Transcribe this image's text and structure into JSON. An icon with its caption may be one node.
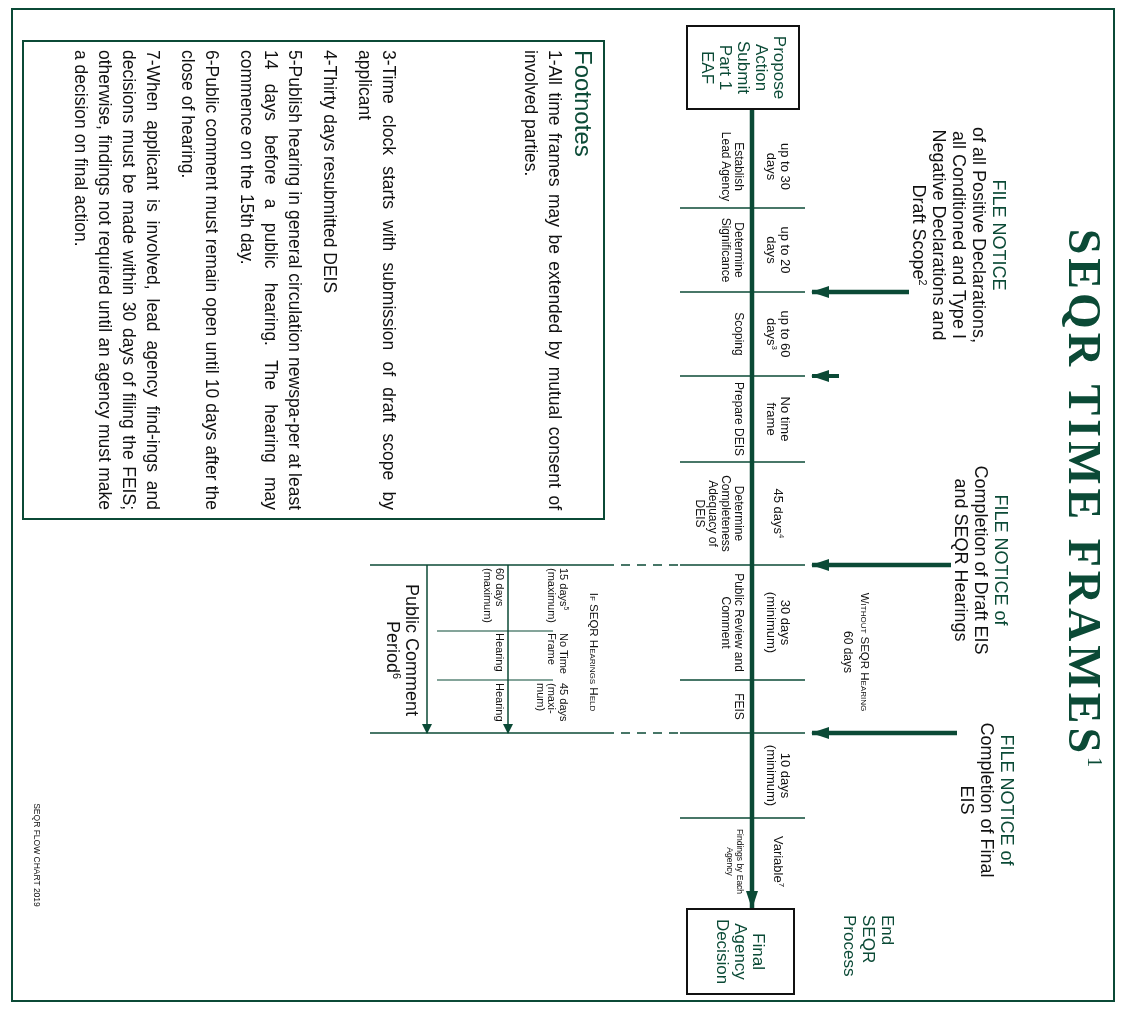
{
  "diagram": {
    "title": "SEQR TIME FRAMES$^{1}$",
    "nodes": [
      {
        "text": [
          "Propose Action Submit Part 1 EAF"
        ]
      },
      {
        "text": [
          "Final Agency Decision"
        ]
      },
      {
        "text": [
          "FILE NOTICE",
          "of all Positive Declarations, all Conditioned and Type I Negative Declarations and Draft Scope$^{2}$"
        ]
      },
      {
        "text": [
          "FILE NOTICE of",
          "Completion of Draft EIS and SEQR Hearings"
        ]
      },
      {
        "text": [
          "FILE NOTICE of",
          "Completion of Final EIS"
        ]
      },
      {
        "text": [
          "Footnotes",
          "1-All time frames may be extended by mutual consent of involved parties.",
          "3-Time clock starts with submission of draft scope by applicant",
          "4-Thirty days resubmitted DEIS",
          "5-Publish hearing in general circulation newspa-per at least 14 days before a public hearing. The hearing may commence on the 15th day.",
          "6-Public comment must remain open until 10 days after the close of hearing.",
          "7-When applicant is involved, lead agency find-ings and decisions must be made within 30 days of filing the FEIS; otherwise, findings not required until an agency must make a decision on final action."
        ]
      }
    ],
    "edges": [
      {
        "from": 0,
        "to": 1,
        "arrow": "to"
      },
      {
        "from": 2,
        "to": null,
        "arrow": "to"
      },
      {
        "from": 3,
        "to": null,
        "arrow": "to"
      },
      {
        "from": 4,
        "to": null,
        "arrow": "to"
      }
    ],
    "labels": [
      "End SEQR Process",
      "up to 30 days",
      "Establish Lead Agency",
      "up to 20 days",
      "Determine Significance",
      "up to 60 days$^{3}$",
      "Scoping",
      "No time frame",
      "Prepare DEIS",
      "45 days$^{4}$",
      "Determine Completeness Adequacy of DEIS",
      "30 days (minimum)",
      "Public Review and Comment",
      "FEIS",
      "10 days (minimum)",
      "Variable$^{7}$",
      "Findings by Each Agency",
      "Without SEQR Hearing",
      "60 days",
      "If SEQR Hearings Held",
      "15 days$^{5}$ (maximum)",
      "No Time Frame",
      "45 days (maxi-mum)",
      "60 days (maximum)",
      "Hearing",
      "Hearing",
      "Public Comment Period$^{6}$",
      "SEQR FLOW CHART 2019"
    ]
  }
}
